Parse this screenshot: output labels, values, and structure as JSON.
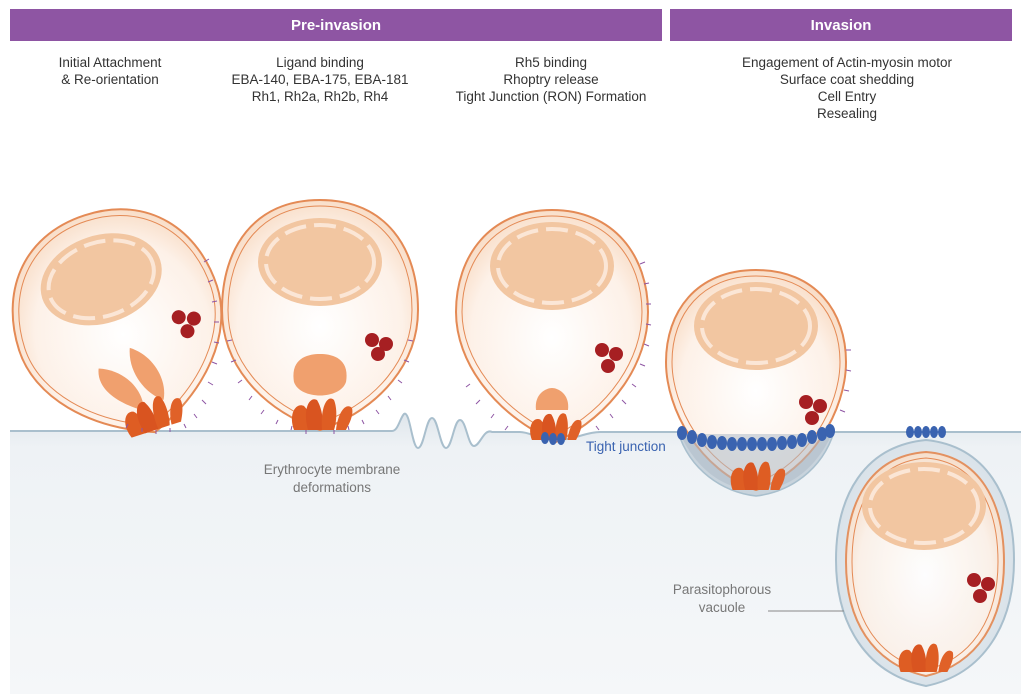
{
  "headers": {
    "pre_invasion": "Pre-invasion",
    "invasion": "Invasion"
  },
  "stages": [
    {
      "lines": [
        "Initial Attachment",
        "& Re-orientation"
      ]
    },
    {
      "lines": [
        "Ligand binding",
        "EBA-140, EBA-175, EBA-181",
        "Rh1, Rh2a, Rh2b, Rh4"
      ]
    },
    {
      "lines": [
        "Rh5 binding",
        "Rhoptry release",
        "Tight Junction (RON) Formation"
      ]
    },
    {
      "lines": [
        "Engagement of Actin-myosin motor",
        "Surface coat shedding",
        "Cell Entry",
        "Resealing"
      ]
    }
  ],
  "annotations": {
    "erythrocyte_line1": "Erythrocyte membrane",
    "erythrocyte_line2": "deformations",
    "tight_junction": "Tight junction",
    "vacuole_line1": "Parasitophorous",
    "vacuole_line2": "vacuole"
  },
  "colors": {
    "banner": "#8e55a3",
    "cell_fill": "#fbe6d6",
    "cell_outline": "#e48a55",
    "nucleus": "#f0bf98",
    "organelle": "#de5d23",
    "microneme": "#c1272d",
    "junction": "#3a63b0",
    "erythrocyte": "#eff3f6",
    "membrane": "#a9bfcd"
  }
}
